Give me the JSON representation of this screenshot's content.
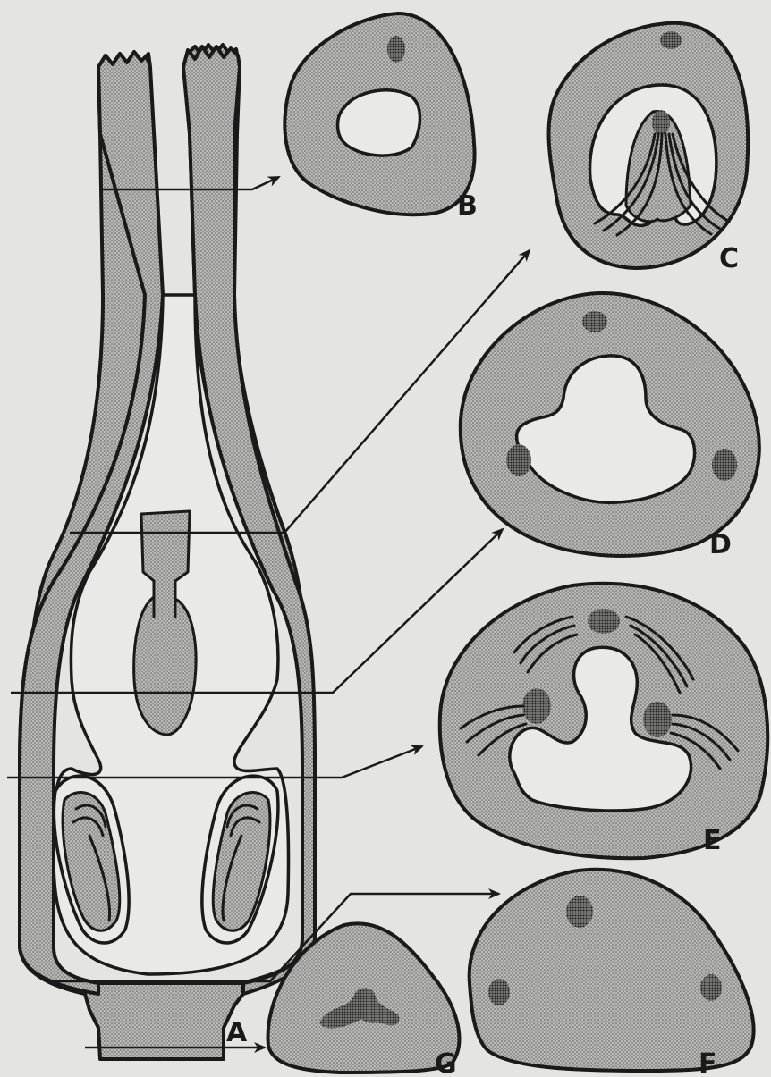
{
  "figure": {
    "labels": {
      "A": "A",
      "B": "B",
      "C": "C",
      "D": "D",
      "E": "E",
      "F": "F",
      "G": "G"
    },
    "colors": {
      "background": "#e4e4e2",
      "ink": "#1a1a1a",
      "stipple": "#5a5a5a",
      "cavity": "#e9e9e7"
    }
  }
}
